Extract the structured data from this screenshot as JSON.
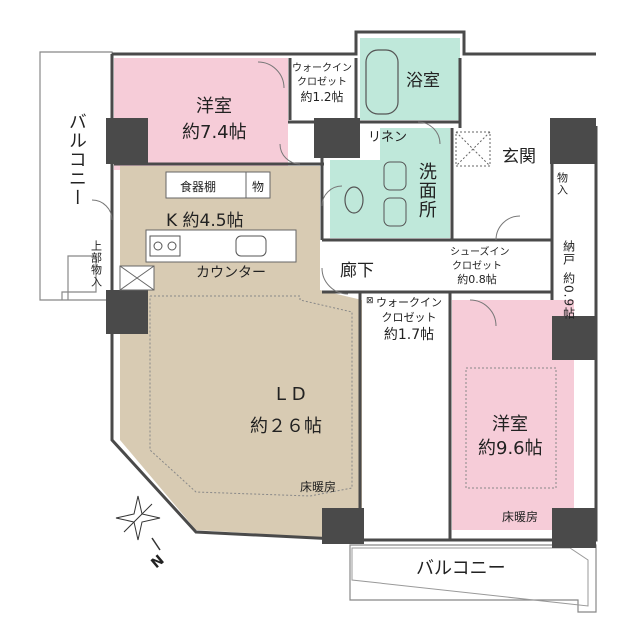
{
  "rooms": {
    "bedroom1": {
      "name": "洋室",
      "size": "約7.4帖"
    },
    "wic1": {
      "lines": [
        "ウォークイン",
        "クロゼット",
        "約1.2帖"
      ]
    },
    "bath": {
      "name": "浴室"
    },
    "linen": {
      "name": "リネン"
    },
    "washroom": {
      "name": "洗面所"
    },
    "entrance": {
      "name": "玄関"
    },
    "storage_entrance": {
      "name": "物入"
    },
    "cupboard": {
      "name": "食器棚"
    },
    "small_storage": {
      "name": "物"
    },
    "kitchen": {
      "name": "K 約4.5帖"
    },
    "upper_storage": {
      "name": "上部物入"
    },
    "counter": {
      "name": "カウンター"
    },
    "hallway": {
      "name": "廊下"
    },
    "shoes_closet": {
      "lines": [
        "シューズイン",
        "クロゼット",
        "約0.8帖"
      ]
    },
    "closet_storage": {
      "name": "納戸",
      "size": "約0.9帖"
    },
    "wic2": {
      "lines": [
        "ウォークイン",
        "クロゼット",
        "約1.7帖"
      ]
    },
    "ld": {
      "name": "L D",
      "size": "約２６帖",
      "note": "床暖房"
    },
    "bedroom2": {
      "name": "洋室",
      "size": "約9.6帖",
      "note": "床暖房"
    },
    "balcony_left": {
      "name": "バルコニー"
    },
    "balcony_bottom": {
      "name": "バルコニー"
    }
  },
  "compass": {
    "label": "N"
  },
  "colors": {
    "wall": "#4a4a4a",
    "bedroom": "#f6ccd8",
    "living": "#d8cbb3",
    "wet": "#bfe8da",
    "floor": "#ffffff",
    "line": "#777777"
  }
}
